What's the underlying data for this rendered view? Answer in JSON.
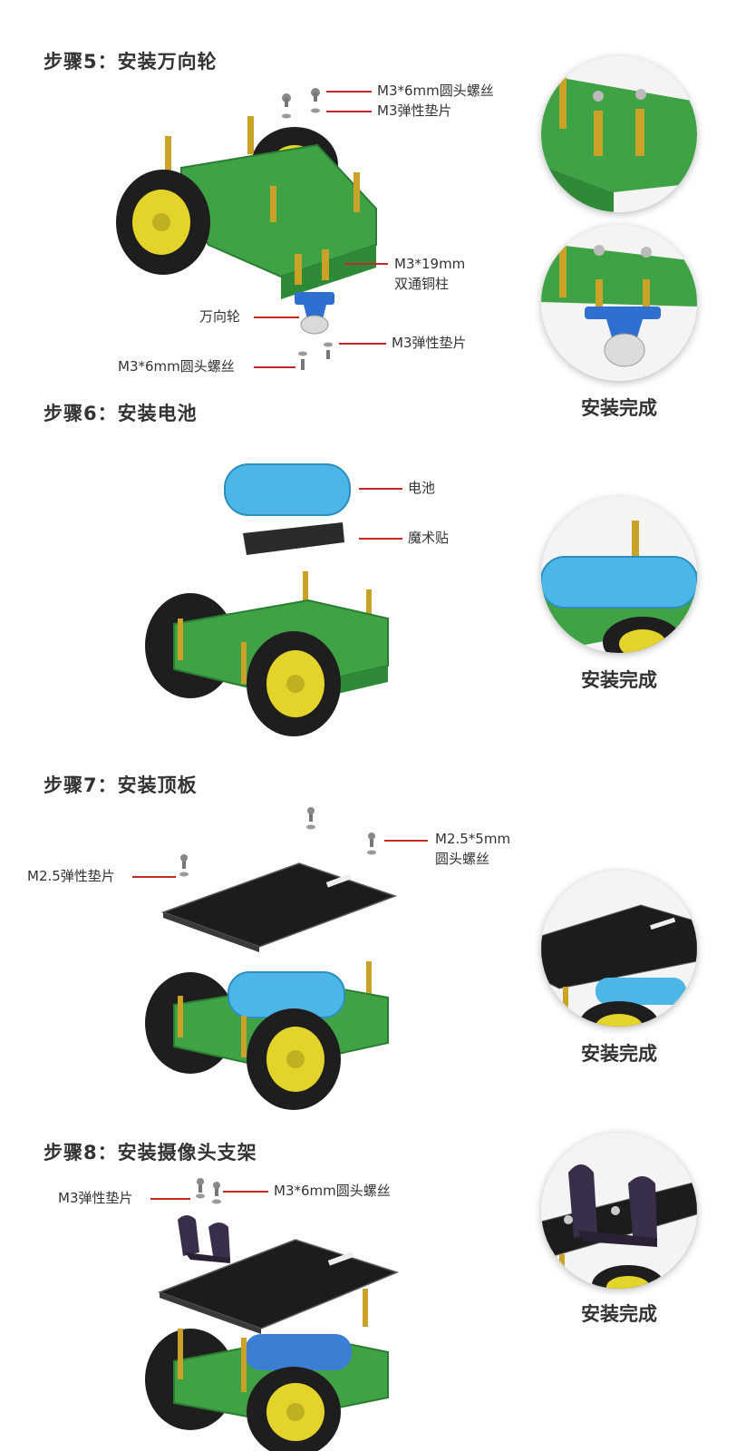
{
  "steps": [
    {
      "title": "步骤5：安装万向轮",
      "labels": {
        "screw_top": "M3*6mm圆头螺丝",
        "washer_top": "M3弹性垫片",
        "standoff_line1": "M3*19mm",
        "standoff_line2": "双通铜柱",
        "caster": "万向轮",
        "washer_bottom": "M3弹性垫片",
        "screw_bottom": "M3*6mm圆头螺丝"
      },
      "done": "安装完成"
    },
    {
      "title": "步骤6：安装电池",
      "labels": {
        "battery": "电池",
        "velcro": "魔术贴"
      },
      "done": "安装完成"
    },
    {
      "title": "步骤7：安装顶板",
      "labels": {
        "screw_line1": "M2.5*5mm",
        "screw_line2": "圆头螺丝",
        "washer": "M2.5弹性垫片"
      },
      "done": "安装完成"
    },
    {
      "title": "步骤8：安装摄像头支架",
      "labels": {
        "washer": "M3弹性垫片",
        "screw": "M3*6mm圆头螺丝"
      },
      "done": "安装完成"
    }
  ],
  "colors": {
    "chassis_green": "#3fa345",
    "wheel_yellow": "#e3d32a",
    "tire_black": "#1e1e1e",
    "brass": "#c9a227",
    "battery_blue": "#4cb6e6",
    "caster_blue": "#2f6fd0",
    "leader_red": "#c62828",
    "plate_black": "#1c1c1c"
  }
}
